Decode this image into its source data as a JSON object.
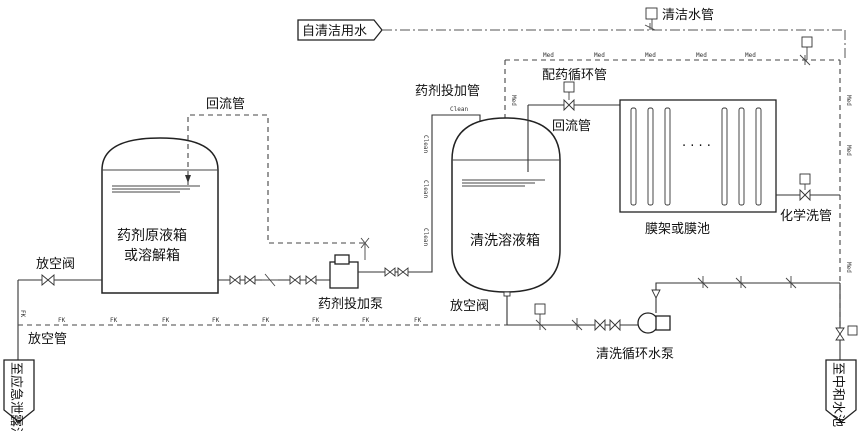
{
  "labels": {
    "self_clean_water": "自清洁用水",
    "clean_water_pipe": "清洁水管",
    "dosing_loop_pipe": "配药循环管",
    "return_pipe_left": "回流管",
    "dosing_add_pipe": "药剂投加管",
    "return_pipe_right": "回流管",
    "chem_tank_line1": "药剂原液箱",
    "chem_tank_line2": "或溶解箱",
    "cleaning_tank": "清洗溶液箱",
    "membrane": "膜架或膜池",
    "chem_wash_pipe": "化学洗管",
    "vent_valve_left": "放空阀",
    "vent_valve_mid": "放空阀",
    "dosing_pump": "药剂投加泵",
    "vent_pipe": "放空管",
    "circ_pump": "清洗循环水泵",
    "to_emergency_pool": "至应急泄露池",
    "to_neutral_pool": "至中和水池",
    "membrane_dots": "· · · ·"
  },
  "line_codes": {
    "med": "Med",
    "clean": "Clean",
    "fk": "FK",
    "fk_short": "FK"
  },
  "colors": {
    "line": "#333333",
    "background": "#ffffff"
  }
}
